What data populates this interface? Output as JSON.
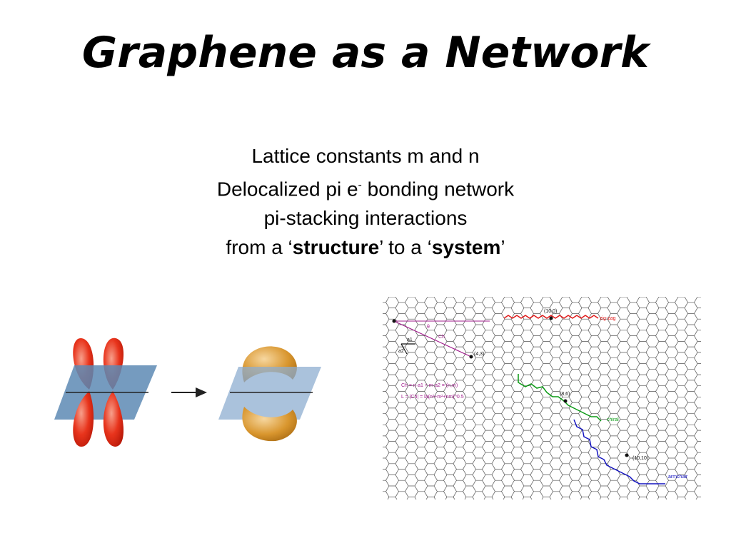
{
  "slide": {
    "title": "Graphene as a Network",
    "bullets": {
      "line1": "Lattice constants m and n",
      "line2_pre": "Delocalized pi e",
      "line2_sup": "-",
      "line2_post": " bonding network",
      "line3": "pi-stacking interactions",
      "line4_a": "from a ‘",
      "line4_b": "structure",
      "line4_c": "’ to a ‘",
      "line4_d": "system",
      "line4_e": "’"
    }
  },
  "lattice_figure": {
    "labels": {
      "p10_0": "(10,0)",
      "zigzag": "zig-zag",
      "theta": "θ",
      "ch": "Ch",
      "a1": "a1",
      "a2": "a2",
      "p4_3": "(4,3)",
      "p8_6": "(8,6)",
      "chiral": "chiral",
      "p10_10": "(10,10)",
      "armchair": "armchair",
      "eq1": "Ch = n·a1 + m·a2 ≡ (n,m)",
      "eq2": "L = |Ch| = la(n²+m²+nm)^0.5"
    }
  },
  "colors": {
    "orbital_red": "#e8341c",
    "orbital_gold": "#d9962e",
    "plane_blue": "#5d8ab4",
    "zigzag_red": "#e01818",
    "chiral_green": "#0a9a14",
    "armchair_blue": "#1414c0",
    "vector_purple": "#a01c8c",
    "hex_grey": "#555555"
  }
}
